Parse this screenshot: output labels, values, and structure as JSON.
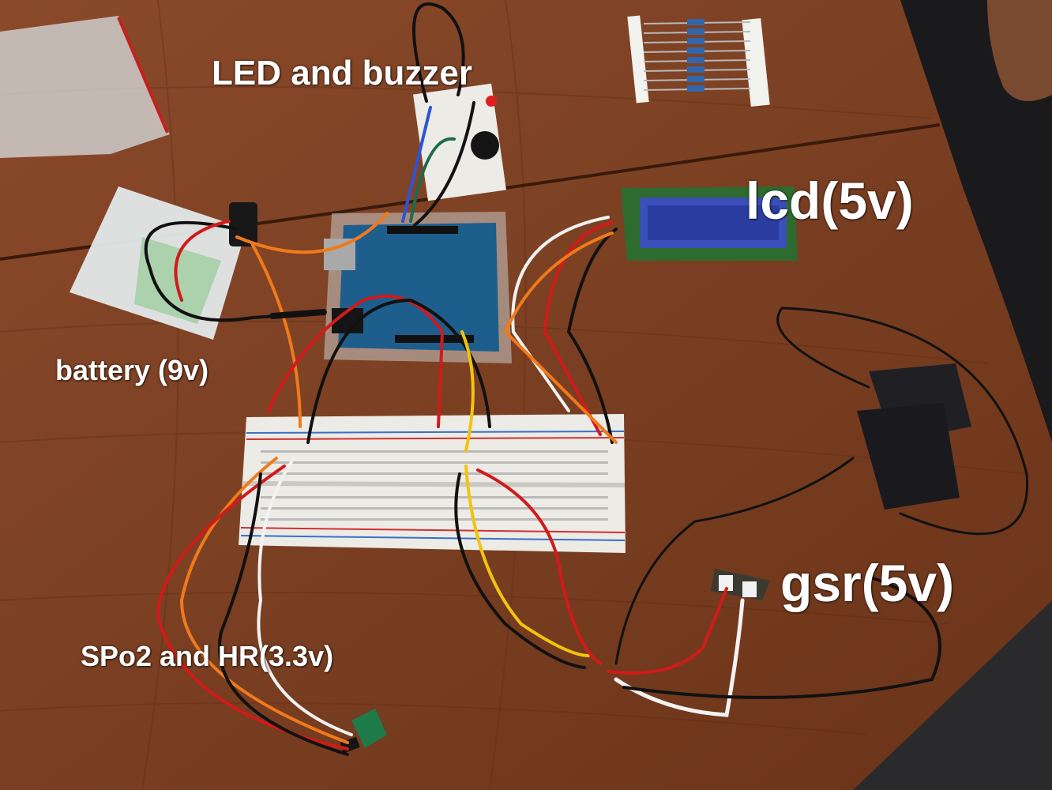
{
  "labels": {
    "led_buzzer": "LED and buzzer",
    "lcd": "lcd(5v)",
    "battery": "battery (9v)",
    "gsr": "gsr(5v)",
    "spo2_hr": "SPo2 and HR(3.3v)"
  },
  "colors": {
    "table": "#7a3f22",
    "table_edge": "#1f1f1f",
    "breadboard": "#ecebe6",
    "arduino": "#1d5e8c",
    "lcd_pcb": "#2e6b2e",
    "lcd_screen": "#3a4fb8",
    "sensor_pcb": "#1f7a4a",
    "wire_red": "#d11a1a",
    "wire_orange": "#f07a1a",
    "wire_black": "#111111",
    "wire_white": "#f2f2f2",
    "wire_yellow": "#f2c40f",
    "wire_blue": "#2a55d6",
    "wire_green": "#1d6b4a"
  }
}
